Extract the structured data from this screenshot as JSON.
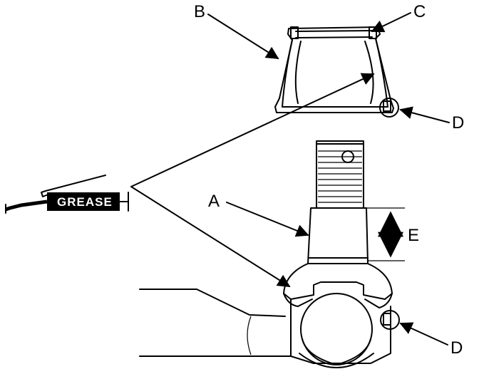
{
  "labels": {
    "a": "A",
    "b": "B",
    "c": "C",
    "d_top": "D",
    "d_bottom": "D",
    "e": "E"
  },
  "grease_gun": {
    "text": "GREASE"
  },
  "colors": {
    "line": "#000000",
    "background": "#ffffff"
  }
}
